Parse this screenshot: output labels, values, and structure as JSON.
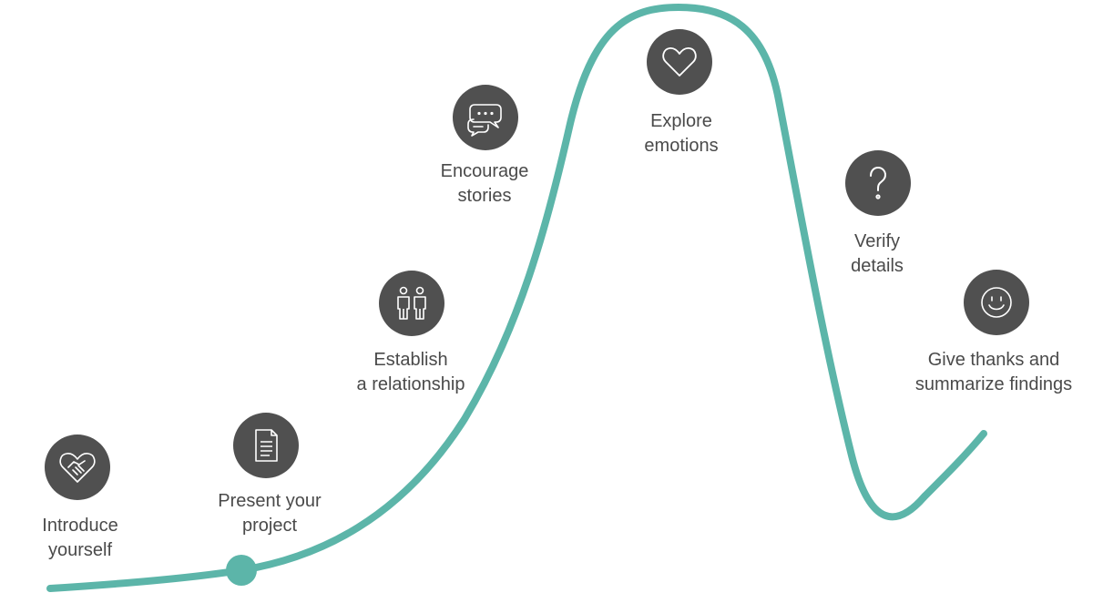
{
  "curve": {
    "color": "#5cb5a9",
    "marker_color": "#5cb5a9"
  },
  "icon_bg": "#505050",
  "steps": [
    {
      "icon": "handshake-heart-icon",
      "label_lines": [
        "Introduce",
        "yourself"
      ]
    },
    {
      "icon": "document-icon",
      "label_lines": [
        "Present your",
        "project"
      ]
    },
    {
      "icon": "two-people-icon",
      "label_lines": [
        "Establish",
        "a relationship"
      ]
    },
    {
      "icon": "speech-bubbles-icon",
      "label_lines": [
        "Encourage",
        "stories"
      ]
    },
    {
      "icon": "heart-icon",
      "label_lines": [
        "Explore",
        "emotions"
      ]
    },
    {
      "icon": "question-mark-icon",
      "label_lines": [
        "Verify",
        "details"
      ]
    },
    {
      "icon": "smiley-icon",
      "label_lines": [
        "Give thanks and",
        "summarize findings"
      ]
    }
  ]
}
